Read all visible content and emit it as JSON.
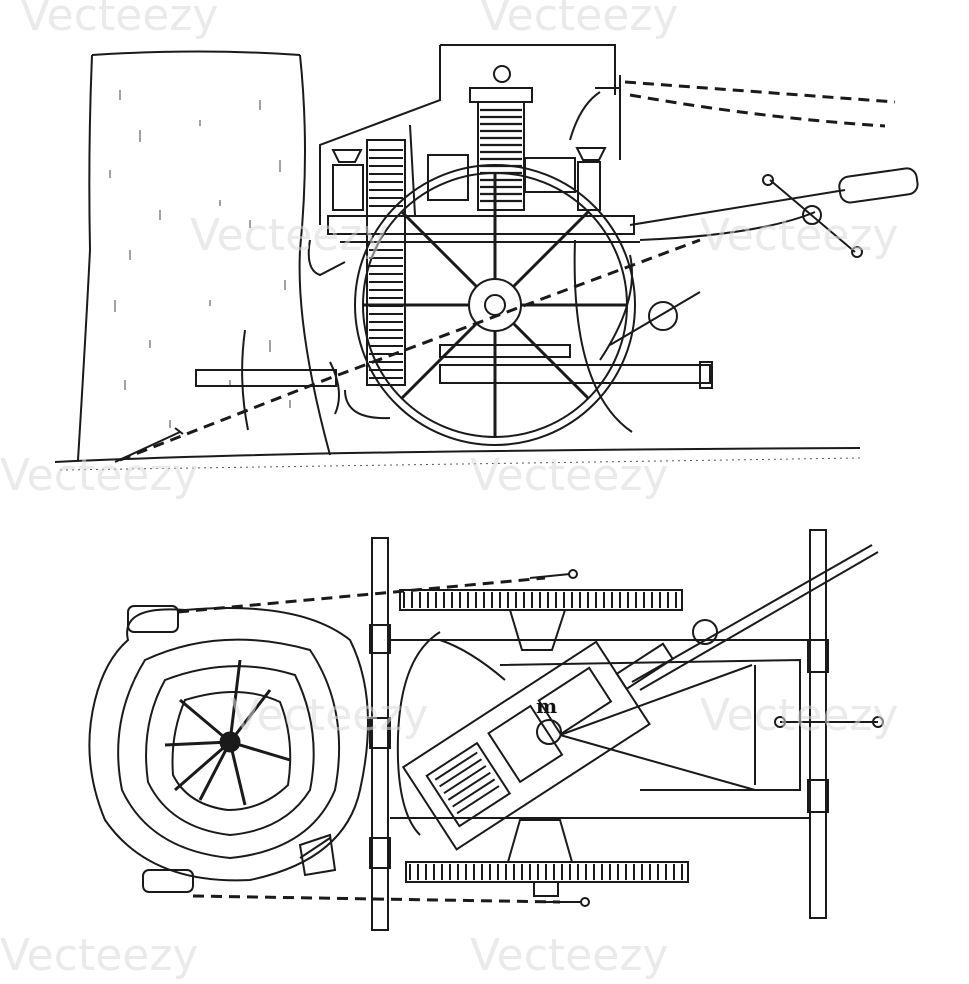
{
  "watermark": {
    "text": "Vecteezy"
  },
  "top_view": {
    "description_icon": "side-view-engraving"
  },
  "bottom_view": {
    "part_label": "m"
  }
}
